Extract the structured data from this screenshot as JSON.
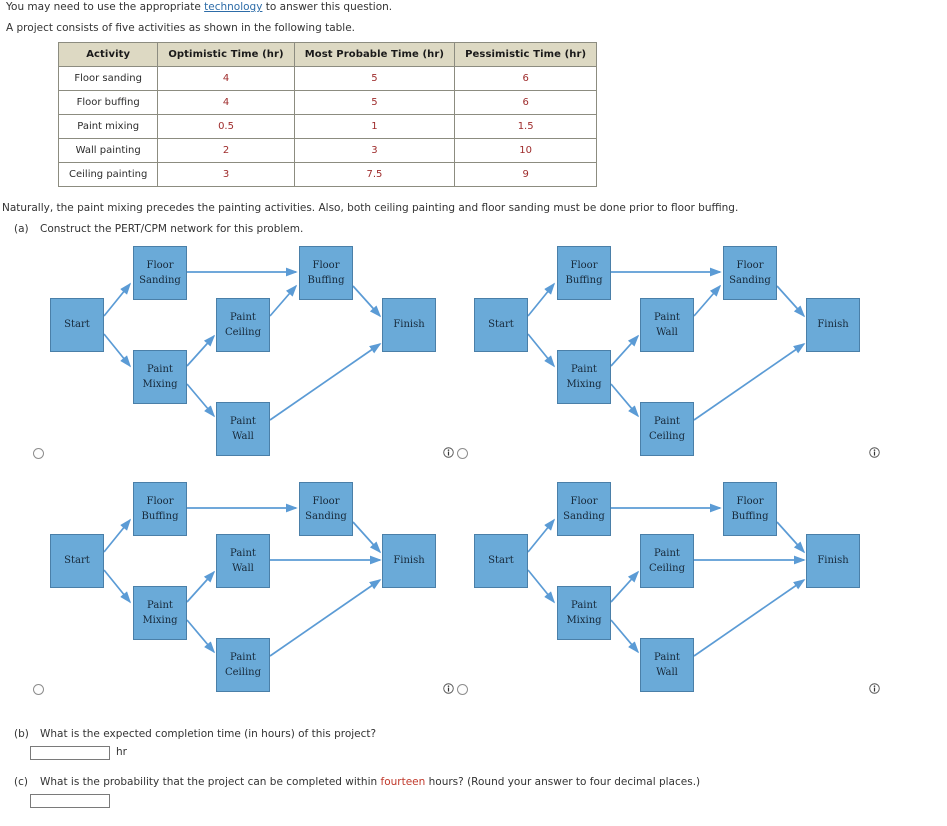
{
  "intro": {
    "line1_before": "You may need to use the appropriate ",
    "line1_link": "technology",
    "line1_after": " to answer this question.",
    "line2": "A project consists of five activities as shown in the following table."
  },
  "table": {
    "headers": [
      "Activity",
      "Optimistic Time (hr)",
      "Most Probable Time (hr)",
      "Pessimistic Time (hr)"
    ],
    "rows": [
      {
        "activity": "Floor sanding",
        "optimistic": "4",
        "most_probable": "5",
        "pessimistic": "6"
      },
      {
        "activity": "Floor buffing",
        "optimistic": "4",
        "most_probable": "5",
        "pessimistic": "6"
      },
      {
        "activity": "Paint mixing",
        "optimistic": "0.5",
        "most_probable": "1",
        "pessimistic": "1.5"
      },
      {
        "activity": "Wall painting",
        "optimistic": "2",
        "most_probable": "3",
        "pessimistic": "10"
      },
      {
        "activity": "Ceiling painting",
        "optimistic": "3",
        "most_probable": "7.5",
        "pessimistic": "9"
      }
    ]
  },
  "narrative": {
    "natural": "Naturally, the paint mixing precedes the painting activities. Also, both ceiling painting and floor sanding must be done prior to floor buffing."
  },
  "parts": {
    "a": {
      "letter": "(a)",
      "text": "Construct the PERT/CPM network for this problem."
    },
    "b": {
      "letter": "(b)",
      "text": "What is the expected completion time (in hours) of this project?",
      "answer_value": "",
      "unit": "hr"
    },
    "c": {
      "letter": "(c)",
      "text_before": "What is the probability that the project can be completed within ",
      "highlight": "fourteen",
      "text_after": " hours? (Round your answer to four decimal places.)",
      "answer_value": ""
    }
  },
  "colors": {
    "node_fill": "#6aaad8",
    "node_border": "#4a7fa8",
    "arrow": "#5b9bd5",
    "table_header": "#ddd9c3",
    "table_value": "#9e2b2b",
    "link": "#2d6ca8",
    "highlight": "#c0392b"
  },
  "diagrams": [
    {
      "id": "diagram-0",
      "selected": false,
      "nodes": {
        "start": [
          "Start"
        ],
        "top1": [
          "Floor",
          "Sanding"
        ],
        "mid1": [
          "Paint",
          "Mixing"
        ],
        "midtop": [
          "Paint",
          "Ceiling"
        ],
        "midbot": [
          "Paint",
          "Wall"
        ],
        "top2": [
          "Floor",
          "Buffing"
        ],
        "finish": [
          "Finish"
        ]
      }
    },
    {
      "id": "diagram-1",
      "selected": false,
      "nodes": {
        "start": [
          "Start"
        ],
        "top1": [
          "Floor",
          "Buffing"
        ],
        "mid1": [
          "Paint",
          "Mixing"
        ],
        "midtop": [
          "Paint",
          "Wall"
        ],
        "midbot": [
          "Paint",
          "Ceiling"
        ],
        "top2": [
          "Floor",
          "Sanding"
        ],
        "finish": [
          "Finish"
        ]
      }
    },
    {
      "id": "diagram-2",
      "selected": false,
      "nodes": {
        "start": [
          "Start"
        ],
        "top1": [
          "Floor",
          "Buffing"
        ],
        "mid1": [
          "Paint",
          "Mixing"
        ],
        "midtop": [
          "Paint",
          "Wall"
        ],
        "midbot": [
          "Paint",
          "Ceiling"
        ],
        "top2": [
          "Floor",
          "Sanding"
        ],
        "finish": [
          "Finish"
        ]
      }
    },
    {
      "id": "diagram-3",
      "selected": false,
      "nodes": {
        "start": [
          "Start"
        ],
        "top1": [
          "Floor",
          "Sanding"
        ],
        "mid1": [
          "Paint",
          "Mixing"
        ],
        "midtop": [
          "Paint",
          "Ceiling"
        ],
        "midbot": [
          "Paint",
          "Wall"
        ],
        "top2": [
          "Floor",
          "Buffing"
        ],
        "finish": [
          "Finish"
        ]
      }
    }
  ]
}
